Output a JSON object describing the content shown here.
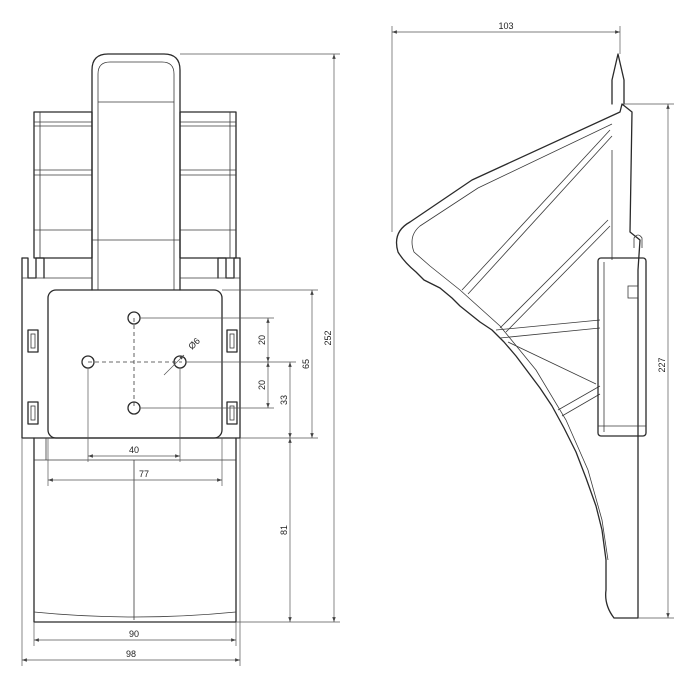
{
  "front_view": {
    "dims": {
      "overall_height": "252",
      "upper_height": "65",
      "hole_upper_spacing": "20",
      "hole_lower_spacing": "20",
      "plate_offset": "33",
      "lower_height": "81",
      "hole_spacing_horizontal": "40",
      "plate_width": "77",
      "body_width": "90",
      "overall_width": "98",
      "hole_diameter": "Ø6"
    }
  },
  "side_view": {
    "dims": {
      "depth": "103",
      "height": "227"
    }
  }
}
